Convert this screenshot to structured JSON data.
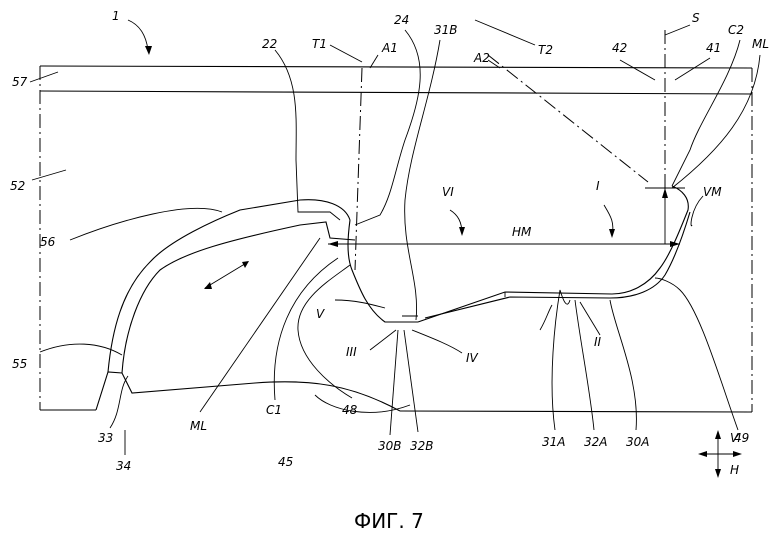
{
  "figure": {
    "caption": "ФИГ. 7",
    "labels": {
      "l1": "1",
      "l22": "22",
      "T1": "T1",
      "A1": "A1",
      "l24": "24",
      "l31B": "31B",
      "A2": "A2",
      "T2": "T2",
      "S": "S",
      "C2": "C2",
      "ML_top": "ML",
      "l42": "42",
      "l41": "41",
      "l57": "57",
      "l52": "52",
      "VI": "VI",
      "I": "I",
      "VM": "VM",
      "l56": "56",
      "HM": "HM",
      "V_mid": "V",
      "l55": "55",
      "III": "III",
      "IV": "IV",
      "II": "II",
      "l49": "49",
      "l33": "33",
      "l34": "34",
      "ML_bot": "ML",
      "C1": "C1",
      "l48": "48",
      "l45": "45",
      "l30B": "30B",
      "l32B": "32B",
      "l31A": "31A",
      "l32A": "32A",
      "l30A": "30A",
      "V_axis": "V",
      "H_axis": "H"
    }
  }
}
